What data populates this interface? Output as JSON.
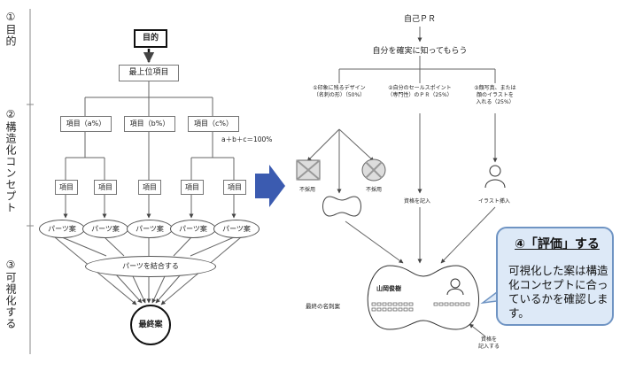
{
  "colors": {
    "line": "#555555",
    "arrow_blue": "#3b5bb0",
    "callout_bg": "#dde9f7",
    "callout_border": "#6f94c3"
  },
  "left": {
    "section_labels": [
      "①目的",
      "②構造化コンセプト",
      "③可視化する"
    ],
    "goal": "目的",
    "top_item": "最上位項目",
    "items_pct": [
      "項目（a%）",
      "項目（b%）",
      "項目（c%）"
    ],
    "sum_note": "a＋b＋c＝100%",
    "sub_item": "項目",
    "part_draft": "パーツ案",
    "combine": "パーツを結合する",
    "final": "最終案"
  },
  "right": {
    "title": "自己ＰＲ",
    "subtitle": "自分を確実に知ってもらう",
    "branches": [
      "①印象に残るデザイン\n（名刺の形）（50%）",
      "②自分のセールスポイント\n（専門性）のＰＲ（25%）",
      "③顔写真、または\n顔のイラストを\n入れる（25%）"
    ],
    "rejected": "不採用",
    "qualification": "資格を記入",
    "illustration": "イラスト挿入",
    "final_card_label": "最終の名刺案",
    "card_name": "山岡俊樹",
    "card_note": "資格を\n記入する"
  },
  "callout": {
    "title": "④「評価」する",
    "body": "可視化した案は構造化コンセプトに合っているかを確認します。"
  }
}
